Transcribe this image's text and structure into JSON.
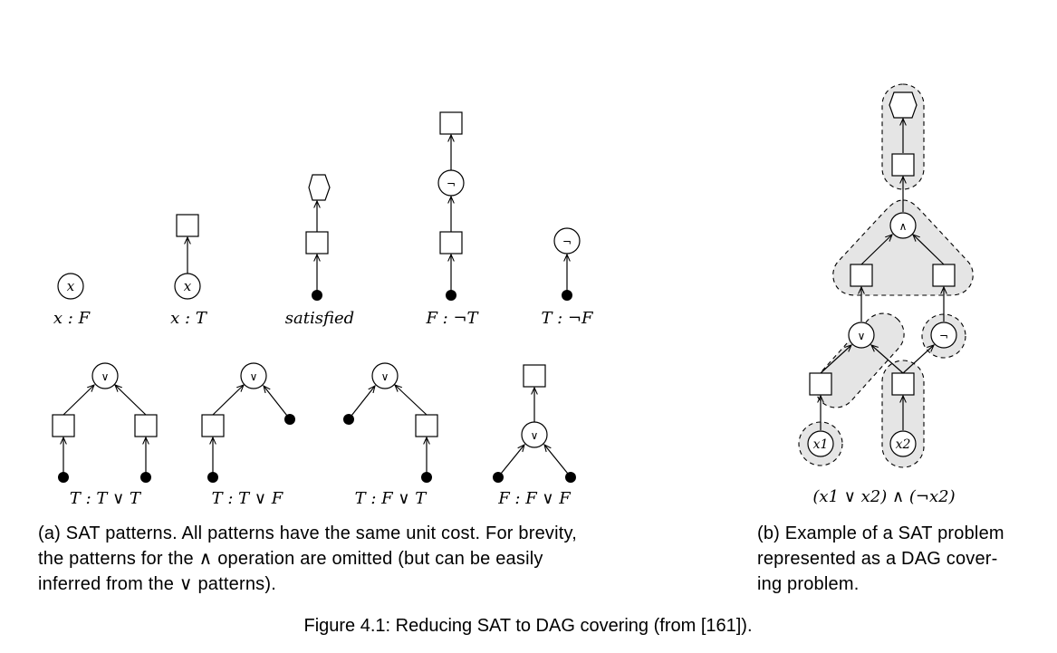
{
  "patterns": [
    {
      "label": "x : F"
    },
    {
      "label": "x : T"
    },
    {
      "label": "satisfied"
    },
    {
      "label": "F : ¬T"
    },
    {
      "label": "T : ¬F"
    },
    {
      "label": "T : T ∨ T"
    },
    {
      "label": "T : T ∨ F"
    },
    {
      "label": "T : F ∨ T"
    },
    {
      "label": "F : F ∨ F"
    }
  ],
  "symbols": {
    "var": "x",
    "or": "∨",
    "and": "∧",
    "not": "¬",
    "x1": "x1",
    "x2": "x2"
  },
  "example_expression": "(x1 ∨ x2) ∧ (¬x2)",
  "caption_a": {
    "lines": [
      "(a) SAT patterns. All patterns have the same unit cost. For brevity,",
      "the patterns for the ∧ operation are omitted (but can be easily",
      "inferred from the ∨ patterns)."
    ]
  },
  "caption_b": {
    "lines": [
      "(b) Example of a SAT problem",
      "represented as a DAG cover-",
      "ing problem."
    ]
  },
  "figure_caption": "Figure 4.1: Reducing SAT to DAG covering (from [161])."
}
